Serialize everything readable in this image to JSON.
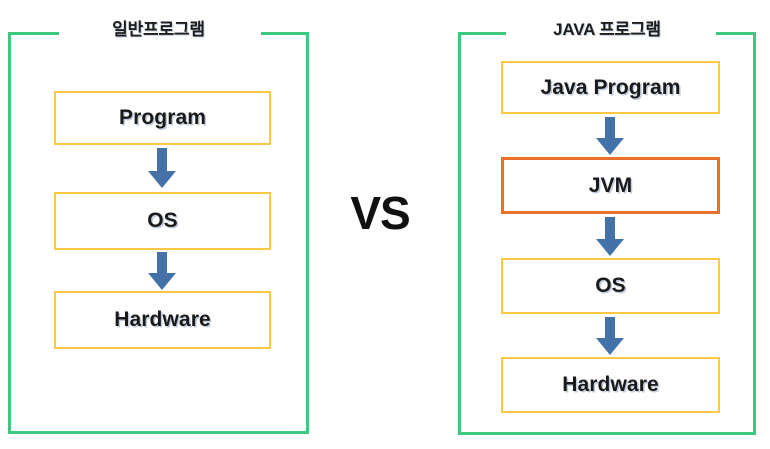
{
  "diagram": {
    "center_label": "VS",
    "colors": {
      "panel_border_green": "#3fc87f",
      "box_border_yellow": "#ffc746",
      "box_border_orange": "#e8702a",
      "arrow_blue": "#4472a8",
      "text_black": "#1a1a1a",
      "background": "#ffffff"
    },
    "panels": [
      {
        "id": "general-program",
        "title": "일반프로그램",
        "boxes": [
          {
            "label": "Program",
            "accent": "yellow"
          },
          {
            "label": "OS",
            "accent": "yellow"
          },
          {
            "label": "Hardware",
            "accent": "yellow"
          }
        ],
        "arrows": [
          {
            "from": "Program",
            "to": "OS",
            "direction": "down"
          },
          {
            "from": "OS",
            "to": "Hardware",
            "direction": "down"
          }
        ]
      },
      {
        "id": "java-program",
        "title": "JAVA 프로그램",
        "boxes": [
          {
            "label": "Java Program",
            "accent": "yellow"
          },
          {
            "label": "JVM",
            "accent": "orange"
          },
          {
            "label": "OS",
            "accent": "yellow"
          },
          {
            "label": "Hardware",
            "accent": "yellow"
          }
        ],
        "arrows": [
          {
            "from": "Java Program",
            "to": "JVM",
            "direction": "down"
          },
          {
            "from": "JVM",
            "to": "OS",
            "direction": "down"
          },
          {
            "from": "OS",
            "to": "Hardware",
            "direction": "down"
          }
        ]
      }
    ]
  }
}
